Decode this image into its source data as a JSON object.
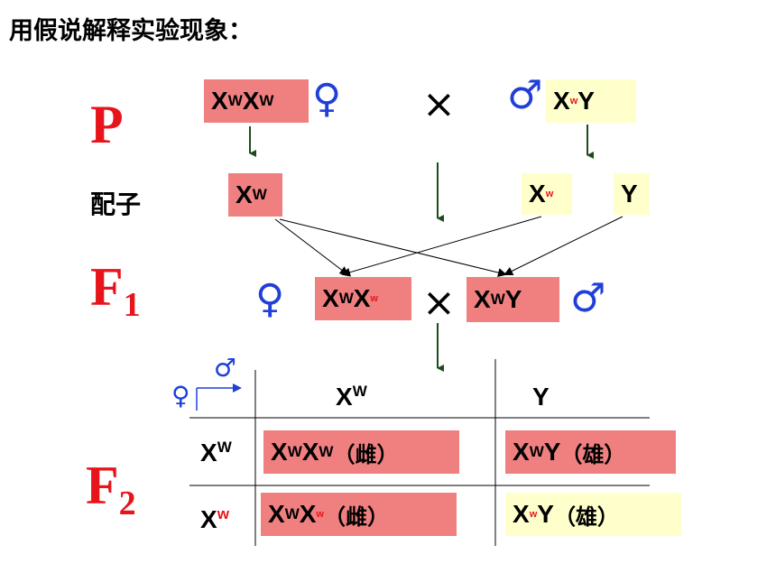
{
  "title": "用假说解释实验现象：",
  "gen": {
    "P": "P",
    "F": "F",
    "F1_sub": "1",
    "F2_sub": "2"
  },
  "gamete_label": "配子",
  "symbols": {
    "female": "♀",
    "male": "♂",
    "cross": "×"
  },
  "allele": {
    "X": "X",
    "W": "W",
    "w": "w",
    "Y": "Y"
  },
  "tags": {
    "female_cn": "（雌）",
    "male_cn": "（雄）"
  },
  "colors": {
    "pink": "#f08080",
    "yellow": "#ffffcc",
    "red": "#e8141b",
    "blue": "#1f3fd8",
    "arrow": "#1b4d1b"
  }
}
